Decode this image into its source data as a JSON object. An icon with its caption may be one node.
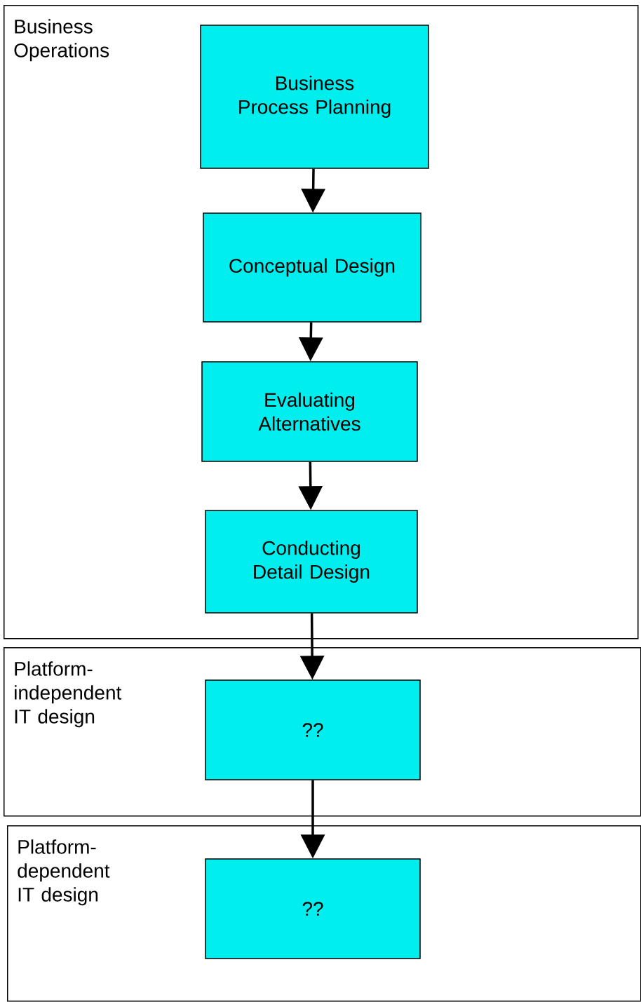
{
  "diagram": {
    "nodes": [
      {
        "text": [
          "Business Operations"
        ]
      },
      {
        "text": [
          "Business Process Planning"
        ],
        "in": 0
      },
      {
        "text": [
          "Conceptual Design"
        ],
        "in": 0
      },
      {
        "text": [
          "Evaluating Alternatives"
        ],
        "in": 0
      },
      {
        "text": [
          "Conducting Detail Design"
        ],
        "in": 0
      },
      {
        "text": [
          "Platform-independent IT design"
        ]
      },
      {
        "text": [
          "??"
        ],
        "in": 5
      },
      {
        "text": [
          "Platform-dependent IT design"
        ]
      },
      {
        "text": [
          "??"
        ],
        "in": 7
      }
    ],
    "edges": [
      {
        "from": 1,
        "to": 2,
        "arrow": "to"
      },
      {
        "from": 2,
        "to": 3,
        "arrow": "to"
      },
      {
        "from": 3,
        "to": 4,
        "arrow": "to"
      },
      {
        "from": 4,
        "to": 6,
        "arrow": "to"
      },
      {
        "from": 6,
        "to": 8,
        "arrow": "to"
      }
    ]
  }
}
